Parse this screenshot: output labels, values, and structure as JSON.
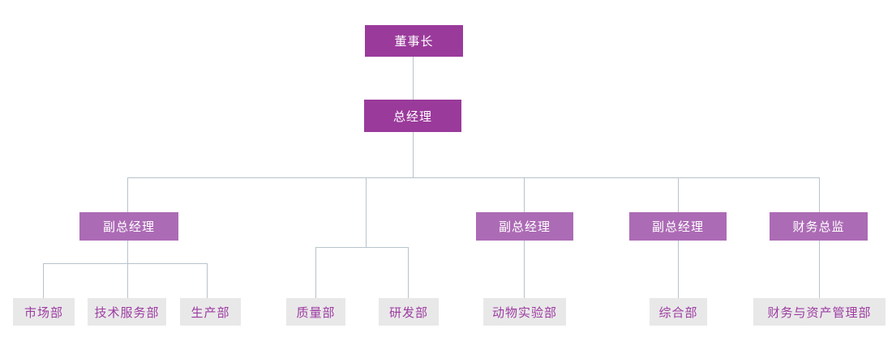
{
  "diagram": {
    "type": "org-chart",
    "background_color": "#ffffff",
    "colors": {
      "level1_fill": "#9a3a9b",
      "level1_text": "#ffffff",
      "level2_fill": "#ac6bb5",
      "level2_text": "#ffffff",
      "dept_fill": "#e9e8e9",
      "dept_text": "#9c3ba1",
      "connector": "#b7c3cb"
    },
    "nodes": {
      "chairman": {
        "label": "董事长",
        "level": 1
      },
      "general_manager": {
        "label": "总经理",
        "level": 2
      },
      "deputy_gm_1": {
        "label": "副总经理",
        "level": 3
      },
      "deputy_gm_2": {
        "label": "副总经理",
        "level": 3
      },
      "deputy_gm_3": {
        "label": "副总经理",
        "level": 3
      },
      "finance_director": {
        "label": "财务总监",
        "level": 3
      },
      "marketing_dept": {
        "label": "市场部",
        "level": 4
      },
      "tech_service_dept": {
        "label": "技术服务部",
        "level": 4
      },
      "production_dept": {
        "label": "生产部",
        "level": 4
      },
      "quality_dept": {
        "label": "质量部",
        "level": 4
      },
      "rd_dept": {
        "label": "研发部",
        "level": 4
      },
      "animal_lab_dept": {
        "label": "动物实验部",
        "level": 4
      },
      "general_affairs_dept": {
        "label": "综合部",
        "level": 4
      },
      "finance_asset_dept": {
        "label": "财务与资产管理部",
        "level": 4
      }
    },
    "edges": [
      [
        "chairman",
        "general_manager"
      ],
      [
        "general_manager",
        "deputy_gm_1"
      ],
      [
        "general_manager",
        "quality_dept"
      ],
      [
        "general_manager",
        "rd_dept"
      ],
      [
        "general_manager",
        "deputy_gm_2"
      ],
      [
        "general_manager",
        "deputy_gm_3"
      ],
      [
        "general_manager",
        "finance_director"
      ],
      [
        "deputy_gm_1",
        "marketing_dept"
      ],
      [
        "deputy_gm_1",
        "tech_service_dept"
      ],
      [
        "deputy_gm_1",
        "production_dept"
      ],
      [
        "deputy_gm_2",
        "animal_lab_dept"
      ],
      [
        "deputy_gm_3",
        "general_affairs_dept"
      ],
      [
        "finance_director",
        "finance_asset_dept"
      ]
    ]
  }
}
